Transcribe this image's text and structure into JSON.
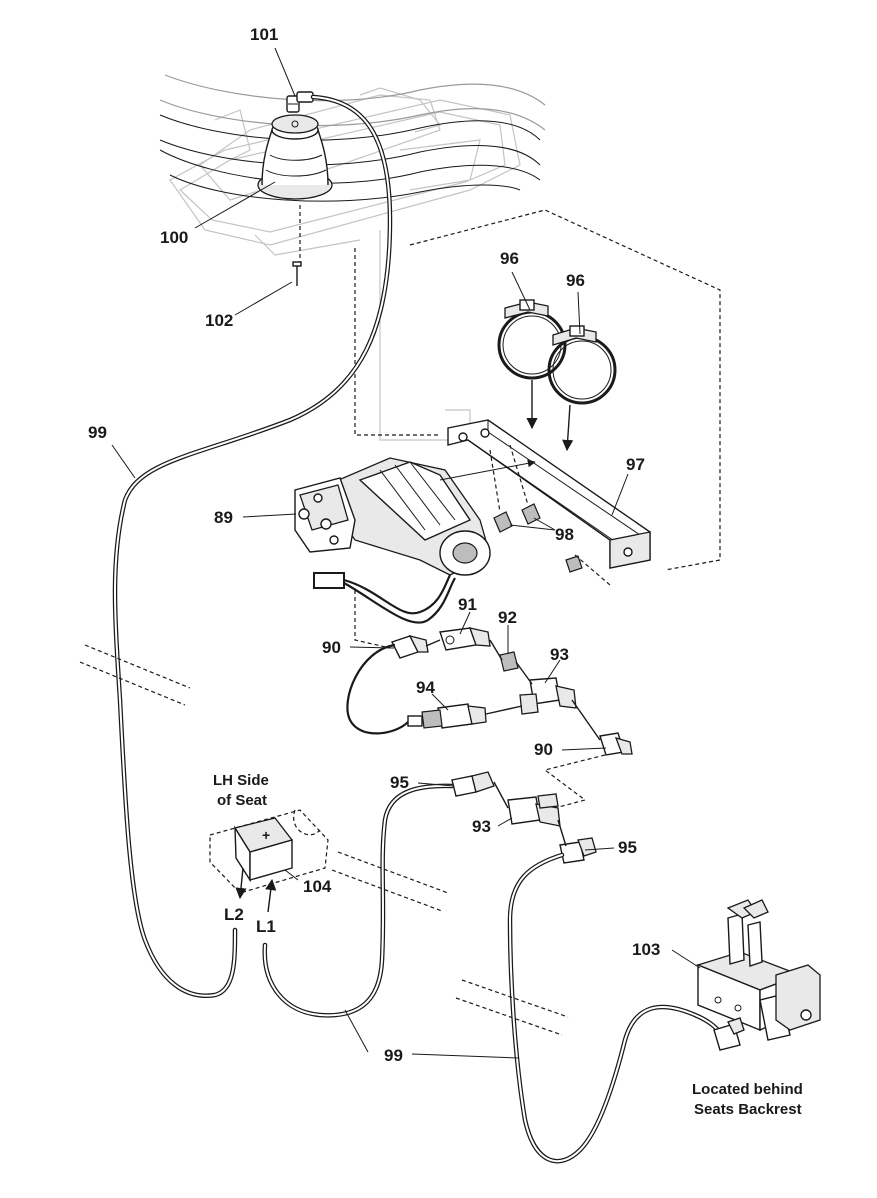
{
  "callouts": {
    "c101": "101",
    "c100": "100",
    "c102": "102",
    "c96a": "96",
    "c96b": "96",
    "c99a": "99",
    "c97": "97",
    "c89": "89",
    "c98": "98",
    "c91": "91",
    "c92": "92",
    "c90a": "90",
    "c93a": "93",
    "c94": "94",
    "c90b": "90",
    "c95a": "95",
    "c93b": "93",
    "c95b": "95",
    "c104": "104",
    "c103": "103",
    "c99b": "99",
    "cL2": "L2",
    "cL1": "L1"
  },
  "notes": {
    "lh_side_line1": "LH Side",
    "lh_side_line2": "of Seat",
    "located_line1": "Located behind",
    "located_line2": "Seats Backrest"
  }
}
